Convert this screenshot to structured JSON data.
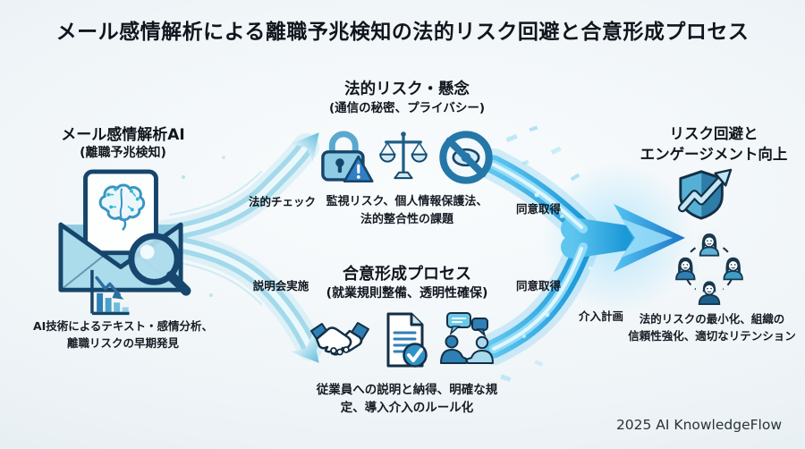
{
  "title": "メール感情解析による離職予兆検知の法的リスク回避と合意形成プロセス",
  "footer": "2025 AI KnowledgeFlow",
  "colors": {
    "outline_navy": "#16456b",
    "light_blue": "#a9dcec",
    "medium_blue": "#2f7fb5",
    "bright_arrow_blue": "#29a8e0",
    "soft_arrow_cyan": "#a9dcec"
  },
  "source_node": {
    "title": "メール感情解析AI",
    "subtitle": "(離職予兆検知)",
    "caption_line1": "AI技術によるテキスト・感情分析、",
    "caption_line2": "離職リスクの早期発見"
  },
  "legal_node": {
    "title": "法的リスク・懸念",
    "subtitle": "(通信の秘密、プライバシー)",
    "caption_line1": "監視リスク、個人情報保護法、",
    "caption_line2": "法的整合性の課題"
  },
  "consensus_node": {
    "title": "合意形成プロセス",
    "subtitle": "(就業規則整備、透明性確保)",
    "caption_line1": "従業員への説明と納得、明確な規",
    "caption_line2": "定、導入介入のルール化"
  },
  "outcome_node": {
    "title_line1": "リスク回避と",
    "title_line2": "エンゲージメント向上",
    "caption_line1": "法的リスクの最小化、組織の",
    "caption_line2": "信頼性強化、適切なリテンション"
  },
  "flow_labels": {
    "legal_check": "法的チェック",
    "briefing": "説明会実施",
    "consent_top": "同意取得",
    "consent_bottom": "同意取得",
    "intervention": "介入計画"
  }
}
